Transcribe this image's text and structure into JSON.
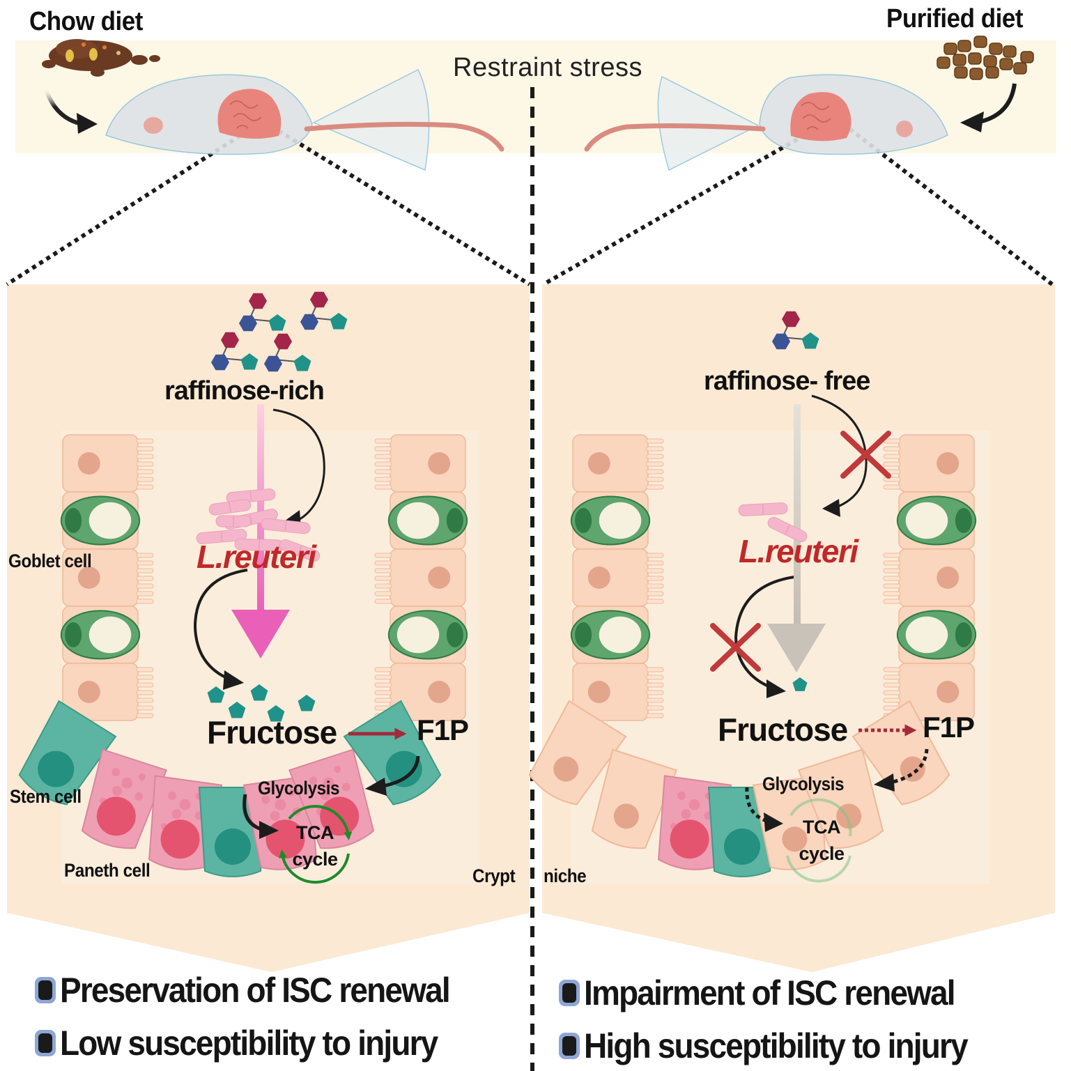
{
  "title": {
    "left_diet": "Chow diet",
    "right_diet": "Purified diet",
    "stress": "Restraint stress"
  },
  "left_panel": {
    "substrate": "raffinose-rich",
    "bacterium": "L.reuteri",
    "metabolite": "Fructose",
    "product": "F1P",
    "pathway_1": "Glycolysis",
    "pathway_2_line1": "TCA",
    "pathway_2_line2": "cycle",
    "cell_labels": {
      "goblet": "Goblet cell",
      "stem": "Stem cell",
      "paneth": "Paneth cell"
    },
    "raffinose_count": 4,
    "fructose_count": 5,
    "conversion_active": true
  },
  "right_panel": {
    "substrate": "raffinose- free",
    "bacterium": "L.reuteri",
    "metabolite": "Fructose",
    "product": "F1P",
    "pathway_1": "Glycolysis",
    "pathway_2_line1": "TCA",
    "pathway_2_line2": "cycle",
    "raffinose_count": 1,
    "fructose_count": 1,
    "conversion_active": false
  },
  "niche_label": {
    "left": "Crypt",
    "right": "niche"
  },
  "outcomes": {
    "left": [
      "Preservation of ISC renewal",
      "Low susceptibility to injury"
    ],
    "right": [
      "Impairment of ISC renewal",
      "High susceptibility to injury"
    ]
  },
  "colors": {
    "panel_bg": "#fbe9d3",
    "banner_bg": "#fdf7e6",
    "enterocyte": "#f9d6bd",
    "enterocyte_nucleus": "#e3a58c",
    "goblet": "#5fa56e",
    "goblet_dark": "#2f7a45",
    "stem": "#5bb5a2",
    "stem_nucleus": "#239080",
    "paneth": "#ef9fb4",
    "paneth_nucleus": "#e5546f",
    "galactose": "#a3254a",
    "glucose": "#3b5496",
    "fructose": "#1f9289",
    "bacteria": "#f5b6cc",
    "active_arrow": "#ea5fb8",
    "inactive_arrow": "#c9c2b8",
    "inhibit_cross": "#c0393b",
    "conversion_arrow": "#a3293b",
    "tca_green": "#1f8a2a",
    "reuteri_text": "#c0282a",
    "bullet_outer": "#8ea6d6"
  }
}
